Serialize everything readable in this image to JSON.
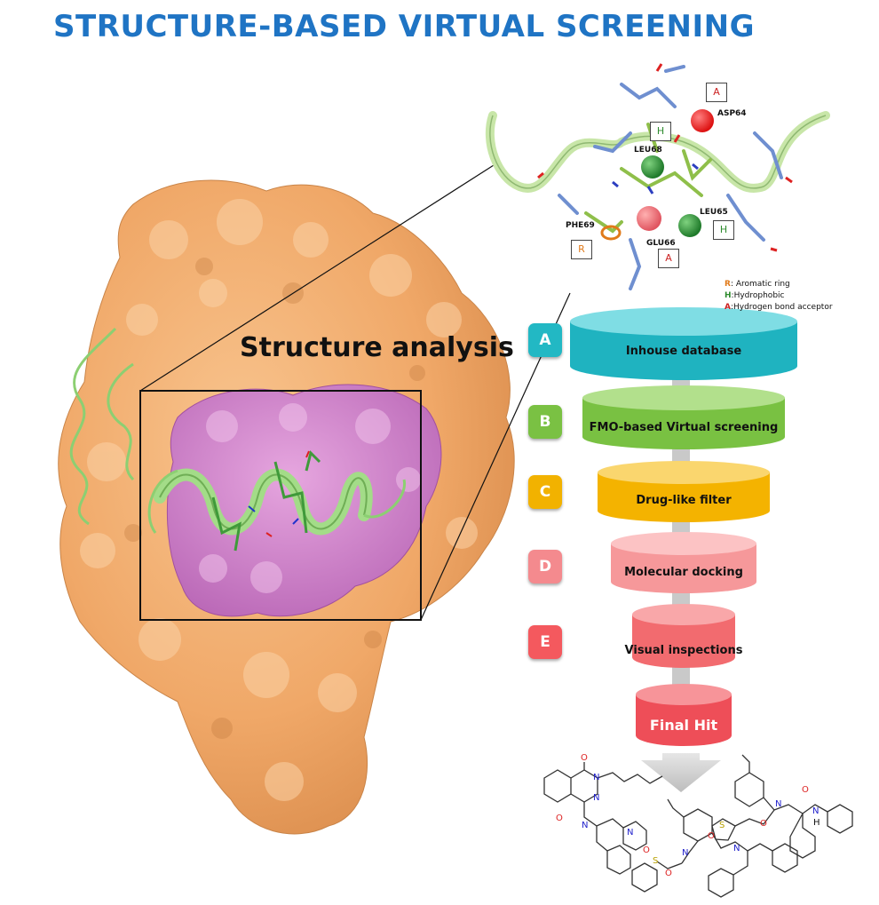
{
  "title": "STRUCTURE-BASED VIRTUAL SCREENING",
  "structure_label": "Structure analysis",
  "residues": {
    "asp64": "ASP64",
    "leu68": "LEU68",
    "phe69": "PHE69",
    "leu65": "LEU65",
    "glu66": "GLU66"
  },
  "feature_tags": {
    "acceptor_top": "A",
    "hydrophobic_top": "H",
    "aromatic": "R",
    "acceptor_bottom": "A",
    "hydrophobic_right": "H"
  },
  "legend": [
    {
      "key": "R",
      "text": ": Aromatic ring",
      "color": "#e07a1a"
    },
    {
      "key": "H",
      "text": ":Hydrophobic",
      "color": "#2e8b2e"
    },
    {
      "key": "A",
      "text": ":Hydrogen bond acceptor",
      "color": "#cc2222"
    }
  ],
  "steps": [
    {
      "letter": "A",
      "label": "Inhouse database",
      "color": "#22b8c4"
    },
    {
      "letter": "B",
      "label": "FMO-based Virtual screening",
      "color": "#7ac143"
    },
    {
      "letter": "C",
      "label": "Drug-like filter",
      "color": "#f2b200"
    },
    {
      "letter": "D",
      "label": "Molecular docking",
      "color": "#f48a8e"
    },
    {
      "letter": "E",
      "label": "Visual inspections",
      "color": "#f4595e"
    }
  ],
  "final": {
    "label": "Final Hit",
    "color": "#ef4d57"
  },
  "molecules": {
    "m1_labels": [
      "O",
      "N",
      "N",
      "O",
      "N",
      "N"
    ],
    "m2_labels": [
      "S",
      "O",
      "O",
      "N",
      "O",
      "N"
    ],
    "m3_labels": [
      "S",
      "O",
      "N",
      "O",
      "N",
      "H"
    ]
  }
}
